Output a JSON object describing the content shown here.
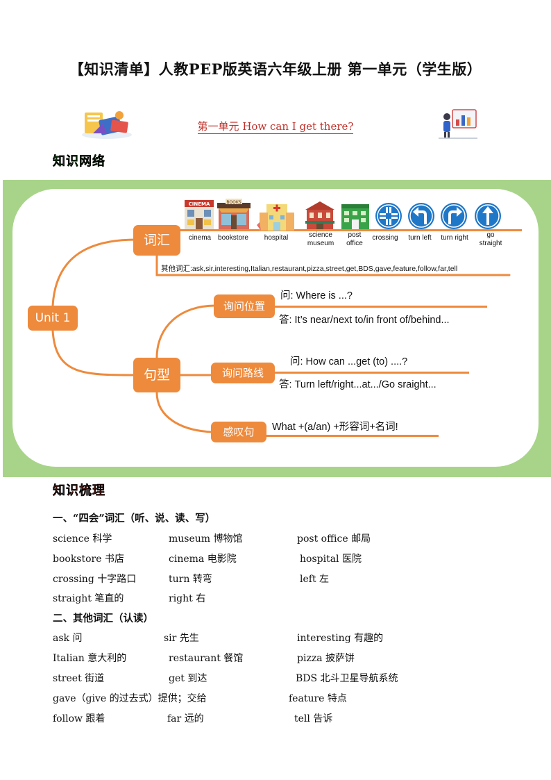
{
  "title": "【知识清单】人教PEP版英语六年级上册  第一单元（学生版）",
  "unit_heading": "第一单元  How can I get there?",
  "section_network": "知识网络",
  "section_sort": "知识梳理",
  "mindmap": {
    "unit": "Unit 1",
    "vocab_node": "词汇",
    "sentence_node": "句型",
    "places": [
      "cinema",
      "bookstore",
      "hospital",
      "science museum",
      "post office",
      "crossing",
      "turn left",
      "turn right",
      "go straight"
    ],
    "cinema_sign": "CINEMA",
    "bookstore_sign": "BOOKS",
    "other_words": "其他词汇:ask,sir,interesting,Italian,restaurant,pizza,street,get,BDS,gave,feature,follow,far,tell",
    "branches": [
      {
        "label": "询问位置",
        "q": "问:  Where is ...?",
        "a": "答:  It’s near/next to/in front of/behind..."
      },
      {
        "label": "询问路线",
        "q": "问:  How can ...get (to) ....?",
        "a": "答:  Turn left/right...at.../Go sraight..."
      },
      {
        "label": "感叹句",
        "q": "What +(a/an) +形容词+名词!"
      }
    ]
  },
  "vocab": {
    "heading1": "一、“四会”词汇（听、说、读、写）",
    "rows1": [
      [
        "science  科学",
        "museum  博物馆",
        "post office  邮局"
      ],
      [
        "bookstore  书店",
        "cinema  电影院",
        "hospital  医院"
      ],
      [
        "crossing  十字路口",
        "turn 转弯",
        "left   左"
      ],
      [
        "straight   笔直的",
        "right 右",
        ""
      ]
    ],
    "heading2": "二、其他词汇（认读）",
    "rows2": [
      [
        "ask 问",
        "sir 先生",
        "interesting  有趣的"
      ],
      [
        "Italian 意大利的",
        "restaurant  餐馆",
        "pizza  披萨饼"
      ],
      [
        "street 街道",
        "get 到达",
        "BDS 北斗卫星导航系统"
      ],
      [
        "gave（give 的过去式）提供；交给",
        "",
        "feature  特点"
      ],
      [
        "follow 跟着",
        "far 远的",
        "tell  告诉"
      ]
    ]
  },
  "colors": {
    "accent": "#ee8a3c",
    "frame": "#a8d48a",
    "red": "#c0302a",
    "green": "#2f8f2f",
    "sign_blue": "#1f77c8"
  }
}
